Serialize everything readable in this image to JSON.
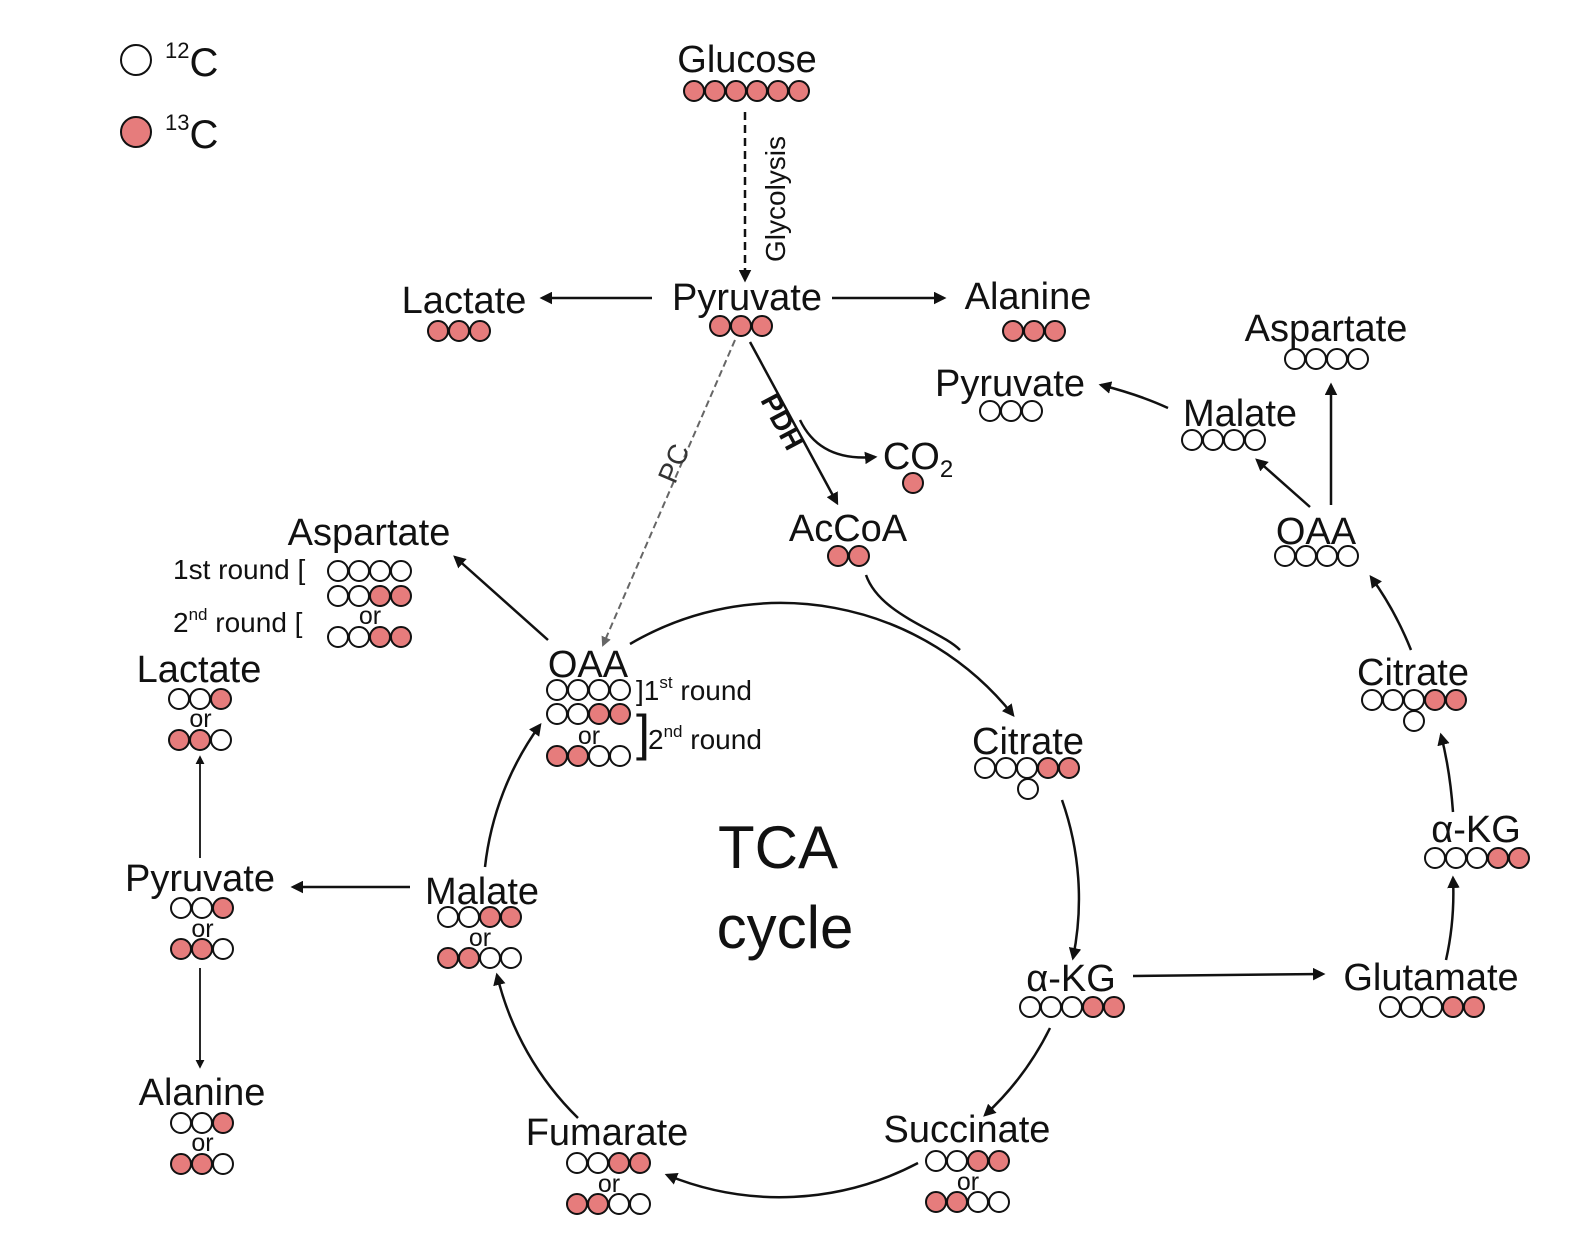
{
  "legend": {
    "c12_mass": "12",
    "c12_symbol": "C",
    "c13_mass": "13",
    "c13_symbol": "C",
    "c13_color": "#e67c7c"
  },
  "center": {
    "line1": "TCA",
    "line2": "cycle"
  },
  "enzymes": {
    "glycolysis": "Glycolysis",
    "pc": "PC",
    "pdh": "PDH"
  },
  "oaa_notes": {
    "first": "1",
    "first_sup": "st",
    "first_word": " round",
    "second": "2",
    "second_sup": "nd",
    "second_word": " round"
  },
  "aspartate_notes": {
    "first": "1st round [",
    "second": "2",
    "second_sup": "nd",
    "second_word": " round ["
  },
  "co2": {
    "label": "CO",
    "sub": "2"
  },
  "nodes": {
    "glucose": {
      "label": "Glucose",
      "rows": [
        "111111"
      ]
    },
    "pyruvate": {
      "label": "Pyruvate",
      "rows": [
        "111"
      ]
    },
    "lactate_top": {
      "label": "Lactate",
      "rows": [
        "111"
      ]
    },
    "alanine_top": {
      "label": "Alanine",
      "rows": [
        "111"
      ]
    },
    "co2": {
      "rows": [
        "1"
      ]
    },
    "accoa": {
      "label": "AcCoA",
      "rows": [
        "11"
      ]
    },
    "oaa_main": {
      "label": "OAA",
      "rows": [
        "0000",
        "0011",
        "or",
        "1100"
      ]
    },
    "citrate_main": {
      "label": "Citrate",
      "rows": [
        "00011"
      ],
      "branch": "0"
    },
    "akg_main": {
      "label": "α-KG",
      "rows": [
        "00011"
      ]
    },
    "succinate": {
      "label": "Succinate",
      "rows": [
        "0011",
        "or",
        "1100"
      ]
    },
    "fumarate": {
      "label": "Fumarate",
      "rows": [
        "0011",
        "or",
        "1100"
      ]
    },
    "malate_main": {
      "label": "Malate",
      "rows": [
        "0011",
        "or",
        "1100"
      ]
    },
    "aspartate_left": {
      "label": "Aspartate",
      "rows": [
        "0000",
        "0011",
        "or",
        "0011"
      ]
    },
    "lactate_left": {
      "label": "Lactate",
      "rows": [
        "001",
        "or",
        "110"
      ]
    },
    "pyruvate_left": {
      "label": "Pyruvate",
      "rows": [
        "001",
        "or",
        "110"
      ]
    },
    "alanine_left": {
      "label": "Alanine",
      "rows": [
        "001",
        "or",
        "110"
      ]
    },
    "glutamate": {
      "label": "Glutamate",
      "rows": [
        "00011"
      ]
    },
    "akg_right": {
      "label": "α-KG",
      "rows": [
        "00011"
      ]
    },
    "citrate_right": {
      "label": "Citrate",
      "rows": [
        "00011"
      ],
      "branch": "0"
    },
    "oaa_right": {
      "label": "OAA",
      "rows": [
        "0000"
      ]
    },
    "malate_right": {
      "label": "Malate",
      "rows": [
        "0000"
      ]
    },
    "aspartate_right": {
      "label": "Aspartate",
      "rows": [
        "0000"
      ]
    },
    "pyruvate_right": {
      "label": "Pyruvate",
      "rows": [
        "000"
      ]
    }
  }
}
